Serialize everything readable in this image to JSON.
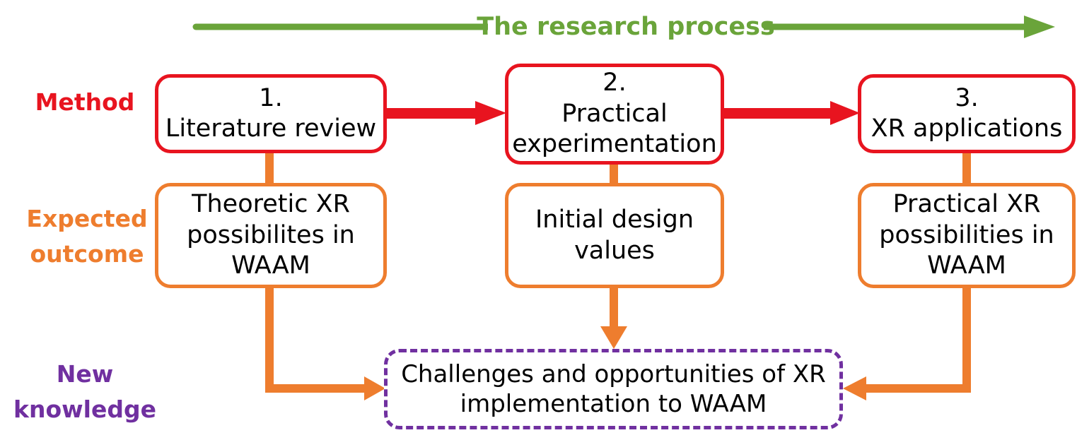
{
  "colors": {
    "process": "#6aa43a",
    "method": "#e8141f",
    "outcome": "#ee7d2e",
    "new_knowledge": "#7030a0"
  },
  "header": {
    "title": "The research process"
  },
  "row_labels": {
    "method": "Method",
    "expected_outcome_line1": "Expected",
    "expected_outcome_line2": "outcome",
    "new_knowledge_line1": "New",
    "new_knowledge_line2": "knowledge"
  },
  "methods": [
    {
      "number": "1.",
      "lines": [
        "Literature review"
      ]
    },
    {
      "number": "2.",
      "lines": [
        "Practical",
        "experimentation"
      ]
    },
    {
      "number": "3.",
      "lines": [
        "XR applications"
      ]
    }
  ],
  "outcomes": [
    {
      "lines": [
        "Theoretic XR",
        "possibilites in",
        "WAAM"
      ]
    },
    {
      "lines": [
        "Initial design",
        "values"
      ]
    },
    {
      "lines": [
        "Practical XR",
        "possibilities in",
        "WAAM"
      ]
    }
  ],
  "new_knowledge": {
    "lines": [
      "Challenges and opportunities of XR",
      "implementation to WAAM"
    ]
  }
}
